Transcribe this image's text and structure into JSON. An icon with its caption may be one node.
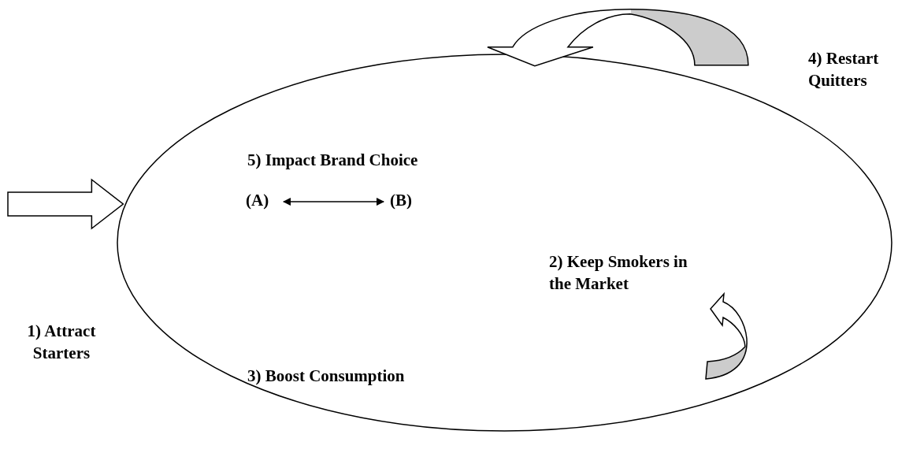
{
  "diagram": {
    "nodes": [
      {
        "text": [],
        "shape": "ellipse"
      },
      {
        "text": [
          "(A)"
        ],
        "in": 0
      },
      {
        "text": [
          "(B)"
        ],
        "in": 0
      }
    ],
    "edges": [
      {
        "from": null,
        "to": 0,
        "arrow": "to",
        "style": "thick"
      },
      {
        "from": 1,
        "to": 2,
        "arrow": "both"
      },
      {
        "from": null,
        "to": 0,
        "arrow": "to",
        "style": "thick"
      }
    ],
    "labels": [
      "4) Restart Quitters",
      "5) Impact Brand Choice",
      "2) Keep Smokers in the Market",
      "1) Attract Starters",
      "3) Boost Consumption"
    ]
  }
}
